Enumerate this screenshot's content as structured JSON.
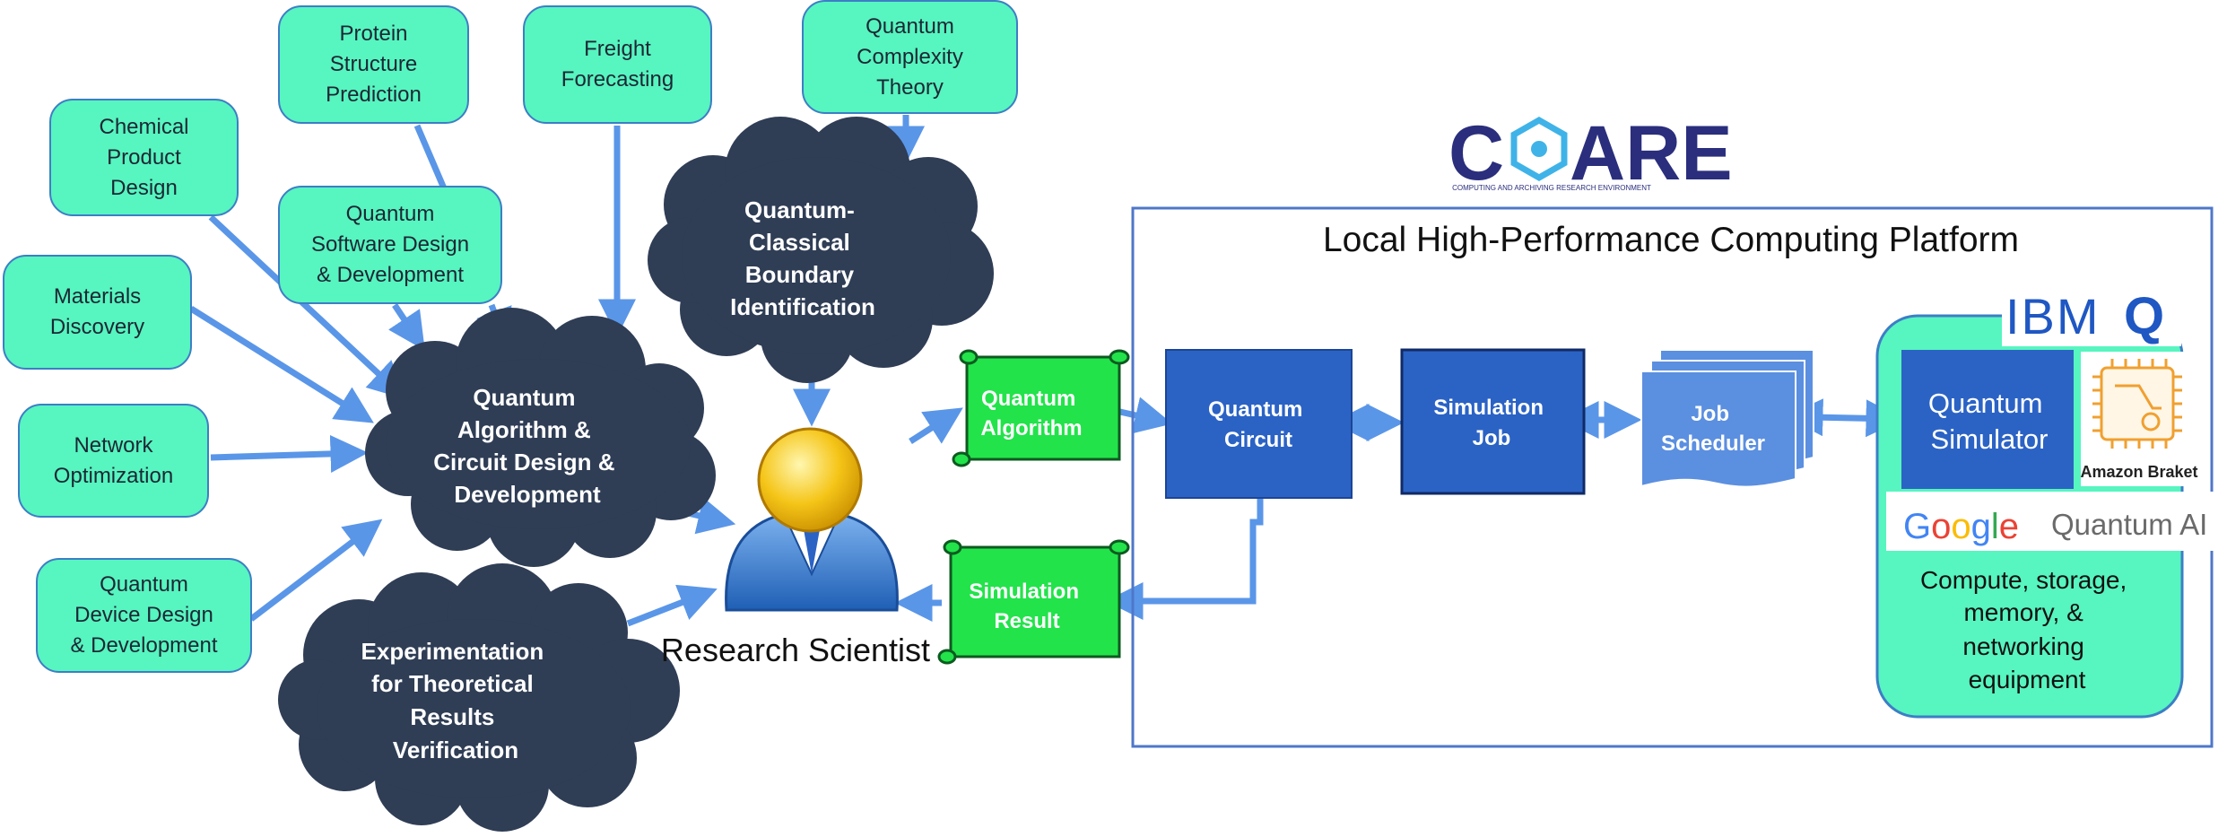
{
  "applications": [
    {
      "id": "protein",
      "label": "Protein\nStructure\nPrediction"
    },
    {
      "id": "freight",
      "label": "Freight\nForecasting"
    },
    {
      "id": "complexity",
      "label": "Quantum\nComplexity\nTheory"
    },
    {
      "id": "chemical",
      "label": "Chemical\nProduct\nDesign"
    },
    {
      "id": "software",
      "label": "Quantum\nSoftware Design\n& Development"
    },
    {
      "id": "materials",
      "label": "Materials\nDiscovery"
    },
    {
      "id": "network",
      "label": "Network\nOptimization"
    },
    {
      "id": "device",
      "label": "Quantum\nDevice Design\n& Development"
    }
  ],
  "clouds": {
    "boundary": [
      "Quantum-",
      "Classical",
      "Boundary",
      "Identification"
    ],
    "algorithm": [
      "Quantum",
      "Algorithm &",
      "Circuit Design &",
      "Development"
    ],
    "experiment": [
      "Experimentation",
      "for Theoretical",
      "Results",
      "Verification"
    ]
  },
  "scientist": {
    "label": "Research Scientist"
  },
  "scrolls": {
    "algorithm": [
      "Quantum",
      "Algorithm"
    ],
    "result": [
      "Simulation",
      "Result"
    ]
  },
  "logo": {
    "brand": "COARE",
    "brand_c": "C",
    "brand_rest": "ARE",
    "tagline": "COMPUTING AND ARCHIVING RESEARCH ENVIRONMENT"
  },
  "platform": {
    "title": "Local High-Performance Computing Platform",
    "circuit": [
      "Quantum",
      "Circuit"
    ],
    "job": [
      "Simulation",
      "Job"
    ],
    "scheduler": [
      "Job",
      "Scheduler"
    ],
    "simulator": [
      "Quantum",
      "Simulator"
    ],
    "equipment": [
      "Compute, storage,",
      "memory, &",
      "networking",
      "equipment"
    ]
  },
  "brands": {
    "ibm": "IBM",
    "ibm_q": "Q",
    "amazon": "Amazon Braket",
    "google": "Google",
    "google_colors": [
      "#4285F4",
      "#EA4335",
      "#FBBC05",
      "#4285F4",
      "#34A853",
      "#EA4335"
    ],
    "quantum_ai": "Quantum AI"
  },
  "colors": {
    "app_fill": "#57f5c0",
    "cloud": "#2f3d55",
    "arrow": "#5a96e8",
    "scroll": "#22e34a",
    "block": "#2b63c5",
    "platform_border": "#4e77c9",
    "compute_fill": "#57f5c0"
  }
}
